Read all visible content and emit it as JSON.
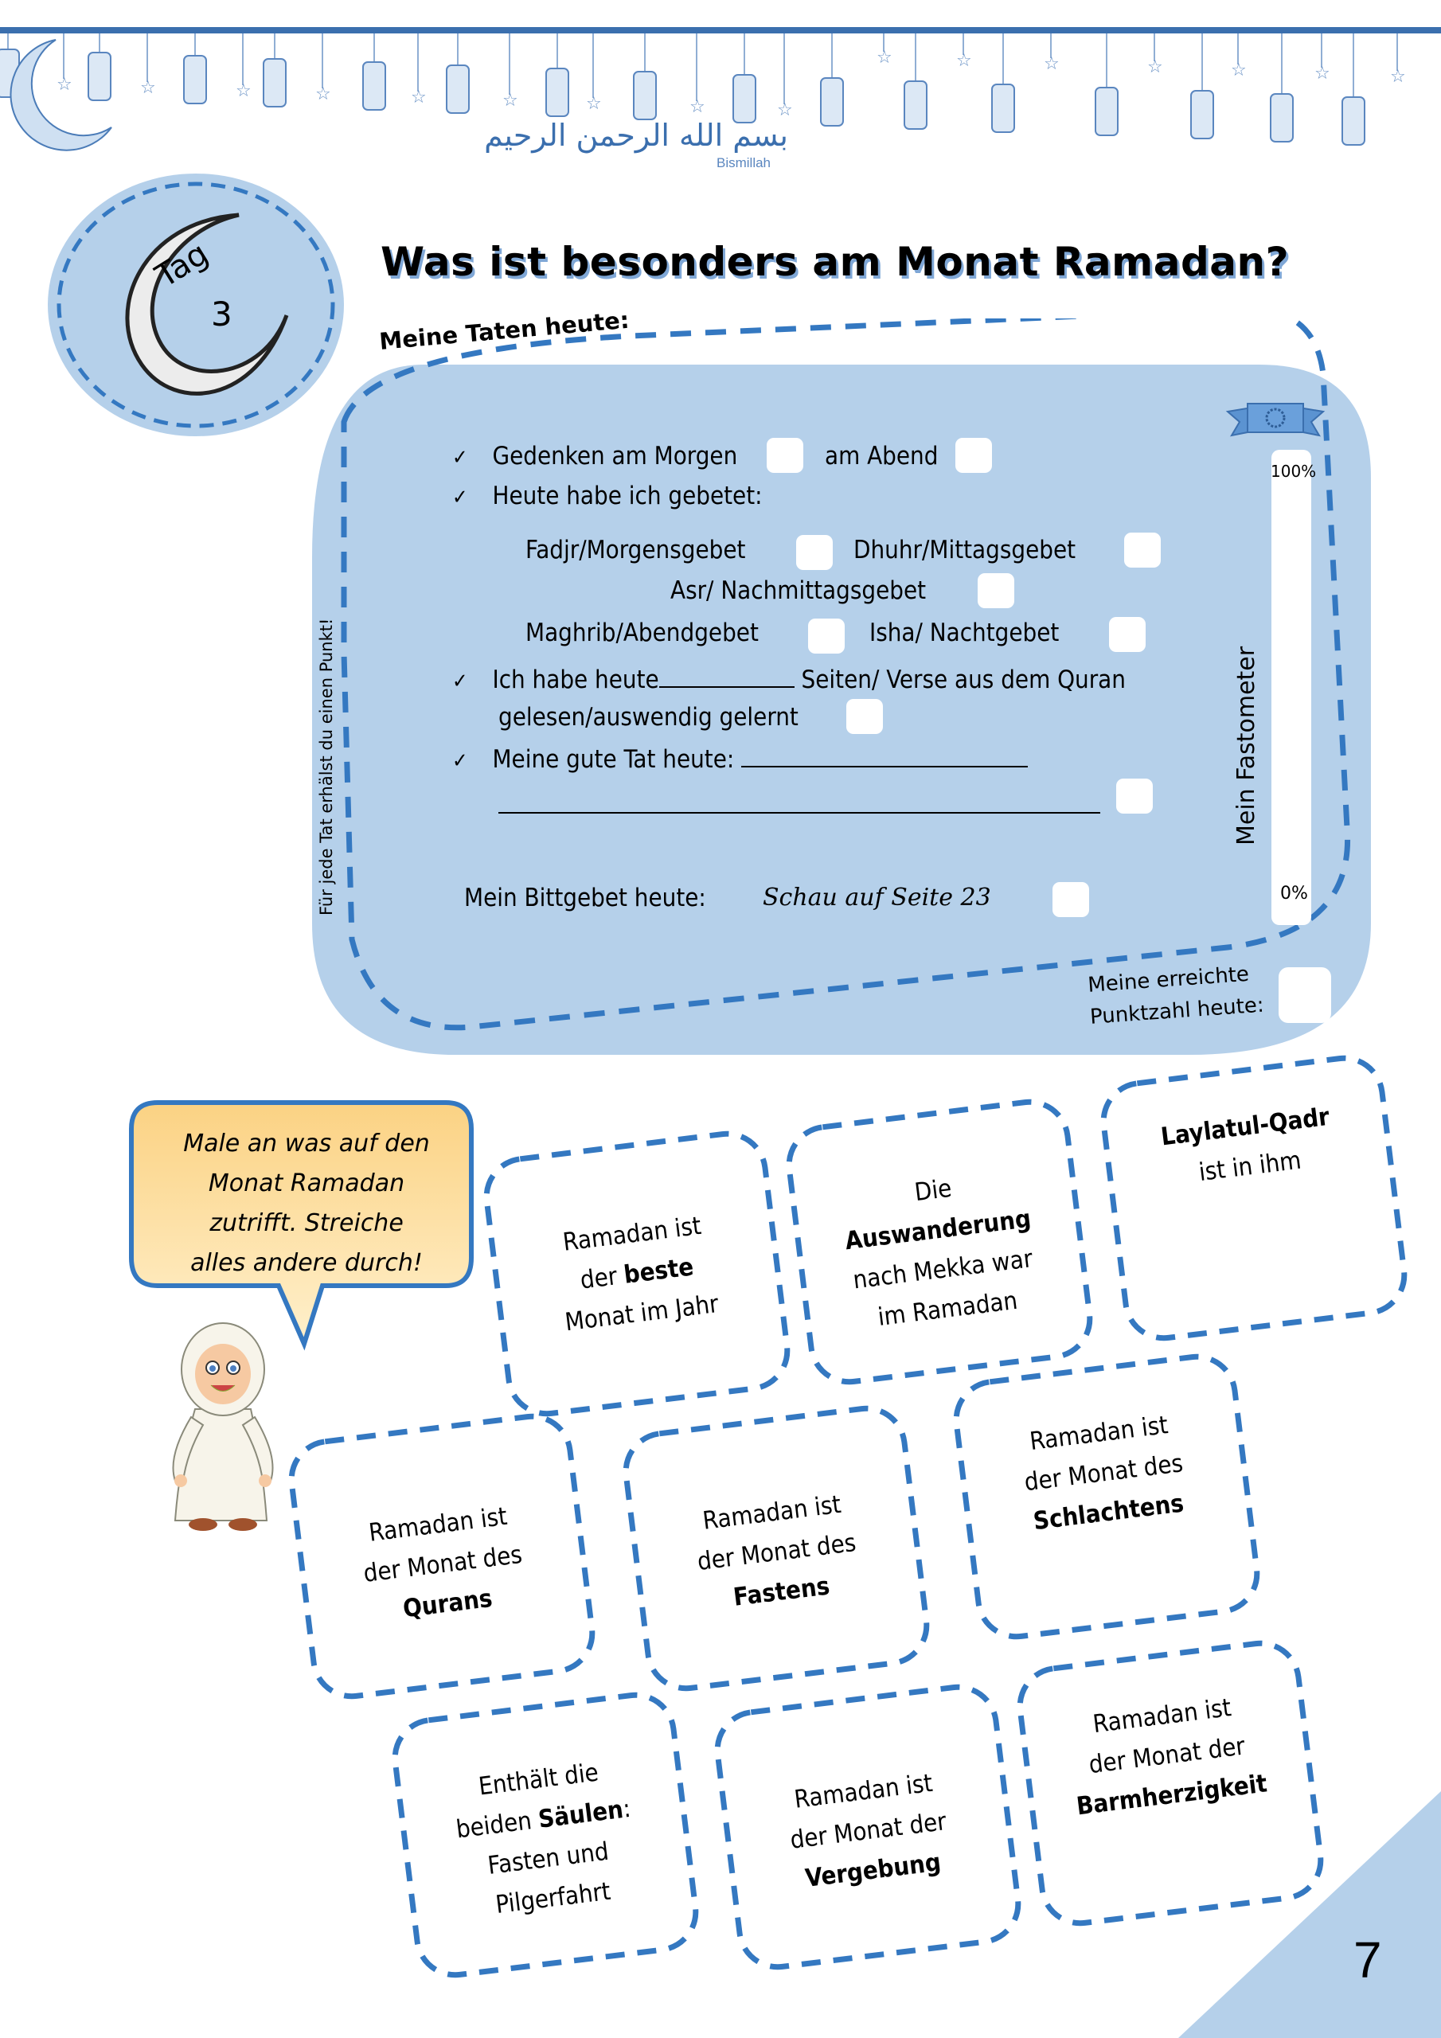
{
  "header": {
    "calligraphy": "بسم الله الرحمن الرحيم",
    "bismillah_label": "Bismillah"
  },
  "day_badge": {
    "word": "Tag",
    "number": "3"
  },
  "title": "Was ist besonders am Monat Ramadan?",
  "deeds_panel": {
    "heading": "Meine Taten heute:",
    "side_note": "Für jede Tat erhälst du einen Punkt!",
    "check_symbol": "✓",
    "remembrance": {
      "label": "Gedenken am Morgen",
      "evening_label": "am Abend"
    },
    "prayer_intro": "Heute habe ich gebetet:",
    "prayers": [
      "Fadjr/Morgensgebet",
      "Dhuhr/Mittagsgebet",
      "Asr/ Nachmittagsgebet",
      "Maghrib/Abendgebet",
      "Isha/ Nachtgebet"
    ],
    "quran_line1_start": "Ich habe heute",
    "quran_line1_end": "Seiten/ Verse aus dem Quran",
    "quran_line2": "gelesen/auswendig gelernt",
    "good_deed_label": "Meine gute Tat heute:",
    "supplication_label": "Mein Bittgebet heute:",
    "supplication_value": "Schau auf Seite 23",
    "fastometer": {
      "title": "Mein Fastometer",
      "top_label": "100%",
      "bottom_label": "0%",
      "fill_percent": 0
    },
    "score_label_line1": "Meine erreichte",
    "score_label_line2": "Punktzahl heute:"
  },
  "instruction_bubble": {
    "lines": [
      "Male an was auf den",
      "Monat Ramadan",
      "zutrifft. Streiche",
      "alles andere durch!"
    ]
  },
  "cards": [
    {
      "lines": [
        [
          "Ramadan ist",
          ""
        ],
        [
          "der ",
          "beste"
        ],
        [
          "Monat im Jahr",
          ""
        ]
      ]
    },
    {
      "lines": [
        [
          "Die",
          ""
        ],
        [
          "",
          "Auswanderung"
        ],
        [
          "nach Mekka war",
          ""
        ],
        [
          "im Ramadan",
          ""
        ]
      ]
    },
    {
      "lines": [
        [
          "",
          "Laylatul-Qadr"
        ],
        [
          "ist in ihm",
          ""
        ]
      ]
    },
    {
      "lines": [
        [
          "Ramadan ist",
          ""
        ],
        [
          "der Monat des",
          ""
        ],
        [
          "",
          "Qurans"
        ]
      ]
    },
    {
      "lines": [
        [
          "Ramadan ist",
          ""
        ],
        [
          "der Monat des",
          ""
        ],
        [
          "",
          "Fastens"
        ]
      ]
    },
    {
      "lines": [
        [
          "Ramadan ist",
          ""
        ],
        [
          "der Monat des",
          ""
        ],
        [
          "",
          "Schlachtens"
        ]
      ]
    },
    {
      "lines": [
        [
          "Enthält die",
          ""
        ],
        [
          "beiden ",
          "Säulen",
          ":"
        ],
        [
          "Fasten und",
          ""
        ],
        [
          "Pilgerfahrt",
          ""
        ]
      ]
    },
    {
      "lines": [
        [
          "Ramadan ist",
          ""
        ],
        [
          "der Monat der",
          ""
        ],
        [
          "",
          "Vergebung"
        ]
      ]
    },
    {
      "lines": [
        [
          "Ramadan ist",
          ""
        ],
        [
          "der Monat der",
          ""
        ],
        [
          "",
          "Barmherzigkeit"
        ]
      ]
    }
  ],
  "page_number": "7",
  "colors": {
    "panel_fill": "#b5d0ea",
    "dash_blue": "#3478c1",
    "bubble_top": "#fde8b8",
    "bubble_bottom": "#fbd283",
    "title_shadow": "#7fa7d6"
  }
}
